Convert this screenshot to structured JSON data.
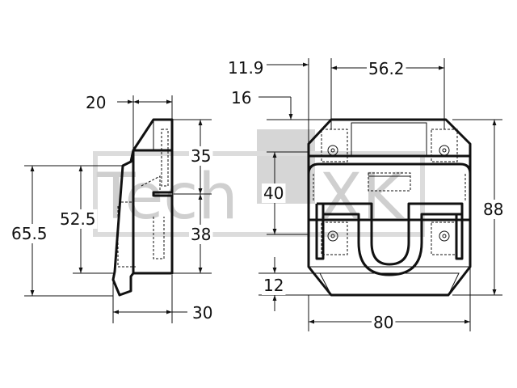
{
  "watermark": {
    "part1": "Tech",
    "part2": "XK"
  },
  "side_view": {
    "dims": {
      "top_width": "20",
      "upper_height": "35",
      "lower_height": "38",
      "mid_height": "52.5",
      "total_height": "65.5",
      "bottom_width": "30"
    }
  },
  "front_view": {
    "dims": {
      "offset": "11.9",
      "hole_spacing": "56.2",
      "chamfer": "16",
      "middle_height": "40",
      "total_height": "88",
      "bottom_height": "12",
      "total_width": "80"
    }
  }
}
